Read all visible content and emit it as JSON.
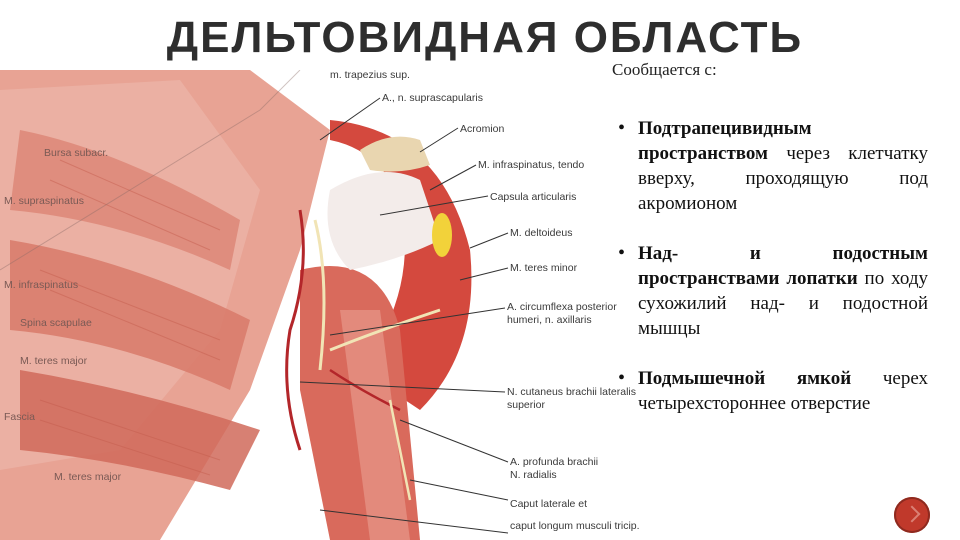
{
  "slide": {
    "title": "ДЕЛЬТОВИДНАЯ ОБЛАСТЬ",
    "subtitle": "Сообщается с:",
    "bullets": [
      {
        "lead": "Подтрапецивидным пространством",
        "rest": " через клетчатку вверху, проходящую под акромионом"
      },
      {
        "lead": "Над- и подостным пространствами лопатки",
        "rest": " по ходу сухожилий над- и подостной мышцы"
      },
      {
        "lead": "Подмышечной ямкой",
        "rest": " черех четырехстороннее отверстие"
      }
    ]
  },
  "figure": {
    "labels": {
      "top_cut": "m. trapezius sup.",
      "a_suprascapularis": "A., n. suprascapularis",
      "acromion": "Acromion",
      "infraspinatus": "M. infraspinatus, tendo",
      "capsula": "Capsula articularis",
      "deltoideus": "M. deltoideus",
      "teres_minor": "M. teres minor",
      "circumflexa": "A. circumflexa posterior",
      "humeri": "humeri, n. axillaris",
      "cutaneus": "N. cutaneus brachii lateralis",
      "superior": "superior",
      "profunda": "A. profunda brachii",
      "radialis": "N. radialis",
      "caput_laterale": "Caput laterale et",
      "caput_longum": "caput longum musculi tricip."
    },
    "left_labels": {
      "l1": "Bursa subacr.",
      "l2": "M. supraspinatus",
      "l3": "M. infraspinatus",
      "l4": "Spina scapulae",
      "l5": "M. teres major",
      "l6": "Fascia",
      "l7": "M. teres major"
    }
  },
  "colors": {
    "nav_button": "#c0392b",
    "muscle": "#d96a5c"
  }
}
